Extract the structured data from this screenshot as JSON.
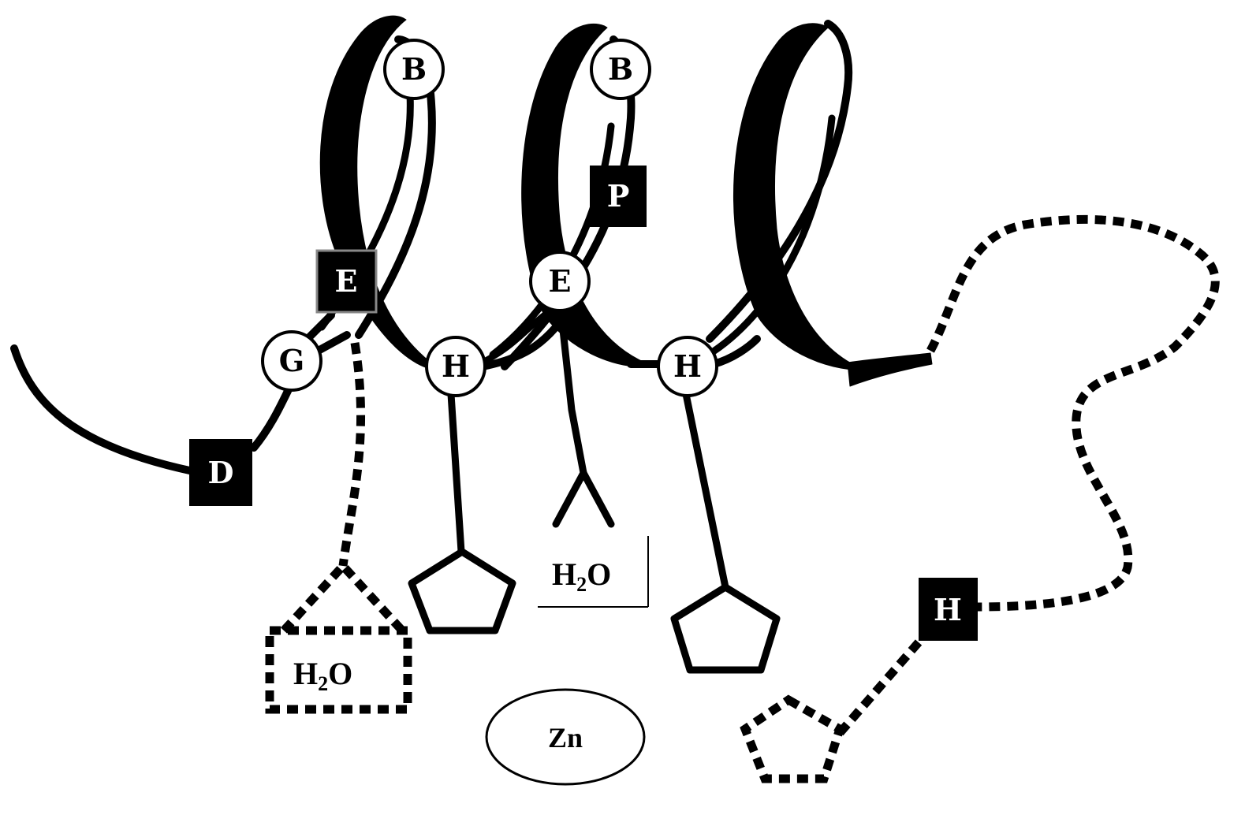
{
  "colors": {
    "ink": "#000000",
    "background": "#ffffff"
  },
  "residues": {
    "B1": "B",
    "B2": "B",
    "E_square": "E",
    "E_circle": "E",
    "P": "P",
    "G": "G",
    "D": "D",
    "H1": "H",
    "H2": "H",
    "H3": "H"
  },
  "water": {
    "left": {
      "main": "H",
      "sub": "2",
      "tail": "O"
    },
    "center": {
      "main": "H",
      "sub": "2",
      "tail": "O"
    }
  },
  "metal": "Zn"
}
